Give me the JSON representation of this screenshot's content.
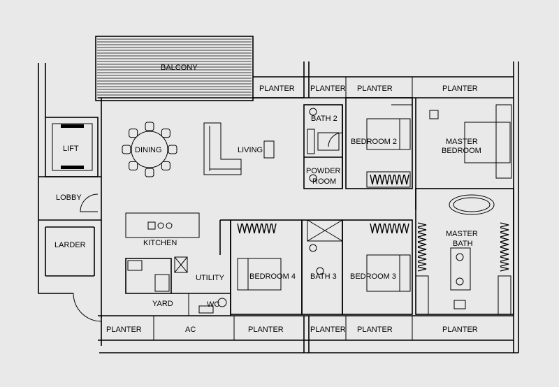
{
  "colors": {
    "background": "#e9e9e9",
    "line": "#000000"
  },
  "rooms": {
    "balcony": "BALCONY",
    "lift": "LIFT",
    "lobby": "LOBBY",
    "larder": "LARDER",
    "dining": "DINING",
    "living": "LIVING",
    "kitchen": "KITCHEN",
    "utility": "UTILITY",
    "yard": "YARD",
    "wc": "WC",
    "bath2": "BATH 2",
    "powder_room_line1": "POWDER",
    "powder_room_line2": "ROOM",
    "bedroom2": "BEDROOM 2",
    "master_bedroom_line1": "MASTER",
    "master_bedroom_line2": "BEDROOM",
    "master_bath_line1": "MASTER",
    "master_bath_line2": "BATH",
    "bedroom3": "BEDROOM 3",
    "bedroom4": "BEDROOM 4",
    "bath3": "BATH 3"
  },
  "planters_top": [
    "PLANTER",
    "PLANTER",
    "PLANTER",
    "PLANTER"
  ],
  "planters_bottom": [
    "PLANTER",
    "AC",
    "PLANTER",
    "PLANTER",
    "PLANTER",
    "PLANTER"
  ]
}
